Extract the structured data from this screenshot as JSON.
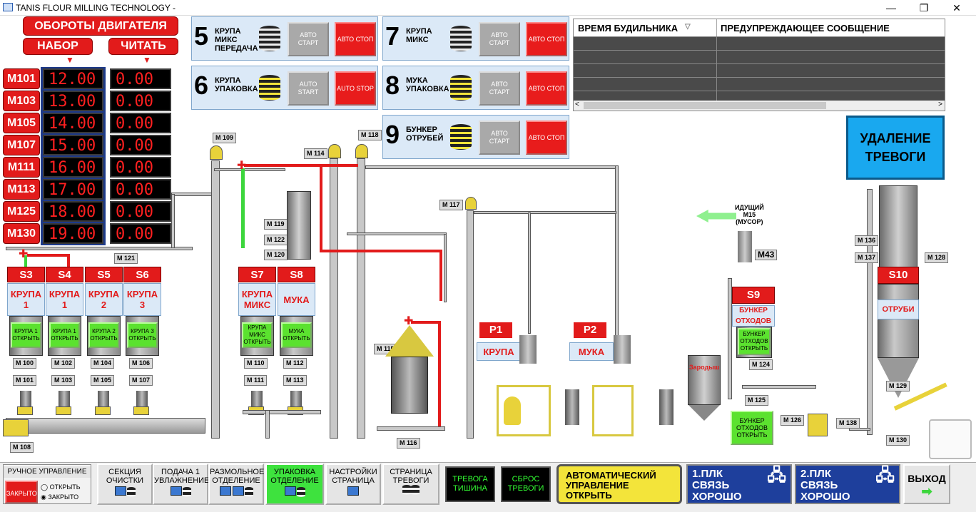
{
  "window": {
    "title": "TANIS FLOUR MILLING TECHNOLOGY -",
    "minimize": "—",
    "maximize": "❐",
    "close": "✕"
  },
  "header": {
    "motor_speed": "ОБОРОТЫ ДВИГАТЕЛЯ",
    "set": "НАБОР",
    "read": "ЧИТАТЬ"
  },
  "motors": [
    {
      "id": "M101",
      "set": "12.00",
      "read": "0.00"
    },
    {
      "id": "M103",
      "set": "13.00",
      "read": "0.00"
    },
    {
      "id": "M105",
      "set": "14.00",
      "read": "0.00"
    },
    {
      "id": "M107",
      "set": "15.00",
      "read": "0.00"
    },
    {
      "id": "M111",
      "set": "16.00",
      "read": "0.00"
    },
    {
      "id": "M113",
      "set": "17.00",
      "read": "0.00"
    },
    {
      "id": "M125",
      "set": "18.00",
      "read": "0.00"
    },
    {
      "id": "M130",
      "set": "19.00",
      "read": "0.00"
    }
  ],
  "panels": [
    {
      "num": "5",
      "l1": "КРУПА",
      "l2": "МИКС",
      "l3": "ПЕРЕДАЧА",
      "start": "АВТО СТАРТ",
      "stop": "АВТО СТОП"
    },
    {
      "num": "6",
      "l1": "КРУПА",
      "l2": "УПАКОВКА",
      "l3": "",
      "start": "AUTO START",
      "stop": "AUTO STOP"
    },
    {
      "num": "7",
      "l1": "КРУПА",
      "l2": "МИКС",
      "l3": "",
      "start": "АВТО СТАРТ",
      "stop": "АВТО СТОП"
    },
    {
      "num": "8",
      "l1": "МУКА",
      "l2": "УПАКОВКА",
      "l3": "",
      "start": "АВТО СТАРТ",
      "stop": "АВТО СТОП"
    },
    {
      "num": "9",
      "l1": "БУНКЕР",
      "l2": "ОТРУБЕЙ",
      "l3": "",
      "start": "АВТО СТАРТ",
      "stop": "АВТО СТОП"
    }
  ],
  "alarm_table": {
    "col1": "ВРЕМЯ БУДИЛЬНИКА",
    "sort_icon": "▽",
    "col2": "ПРЕДУПРЕЖДАЮЩЕЕ СООБЩЕНИЕ",
    "scroll_left": "<",
    "scroll_right": ">"
  },
  "clear_alarm": "УДАЛЕНИЕ ТРЕВОГИ",
  "silos": [
    {
      "head": "S3",
      "label": "КРУПА 1",
      "btn": "КРУПА 1 ОТКРЫТЬ",
      "m1": "M 100",
      "m2": "M 101"
    },
    {
      "head": "S4",
      "label": "КРУПА 1",
      "btn": "КРУПА 1 ОТКРЫТЬ",
      "m1": "M 102",
      "m2": "M 103"
    },
    {
      "head": "S5",
      "label": "КРУПА 2",
      "btn": "КРУПА 2 ОТКРЫТЬ",
      "m1": "M 104",
      "m2": "M 105"
    },
    {
      "head": "S6",
      "label": "КРУПА 3",
      "btn": "КРУПА 3 ОТКРЫТЬ",
      "m1": "M 106",
      "m2": "M 107"
    },
    {
      "head": "S7",
      "label": "КРУПА МИКС",
      "btn": "КРУПА МИКС ОТКРЫТЬ",
      "m1": "M 110",
      "m2": "M 111"
    },
    {
      "head": "S8",
      "label": "МУКА",
      "btn": "МУКА ОТКРЫТЬ",
      "m1": "M 112",
      "m2": "M 113"
    }
  ],
  "s9": {
    "head": "S9",
    "label": "БУНКЕР ОТХОДОВ",
    "btn": "БУНКЕР ОТХОДОВ ОТКРЫТЬ",
    "tag": "M 124",
    "tag2": "M 125"
  },
  "s10": {
    "head": "S10",
    "label": "ОТРУБИ",
    "t1": "M 136",
    "t2": "M 137",
    "t3": "M 128",
    "t4": "M 129",
    "t5": "M 130"
  },
  "tags": {
    "m108": "M 108",
    "m109": "M 109",
    "m114": "M 114",
    "m118": "M 118",
    "m117": "M 117",
    "m119": "M 119",
    "m122": "M 122",
    "m120": "M 120",
    "m121": "M 121",
    "m115": "M 115",
    "m116": "M 116",
    "m43": "M43",
    "m126": "M 126",
    "m138": "M 138"
  },
  "packers": [
    {
      "label": "P1",
      "sub": "КРУПА"
    },
    {
      "label": "P2",
      "sub": "МУКА"
    }
  ],
  "waste_going": {
    "l1": "ИДУЩИЙ",
    "l2": "M15",
    "l3": "(МУСОР)"
  },
  "germ": "Зародыш",
  "waste_open": "БУНКЕР ОТХОДОВ ОТКРЫТЬ",
  "bottom": {
    "manual": "РУЧНОЕ УПРАВЛЕНИЕ",
    "closed_btn": "ЗАКРЫТО",
    "open_radio": "ОТКРЫТЬ",
    "closed_radio": "ЗАКРЫТО",
    "nav": [
      {
        "label": "СЕКЦИЯ ОЧИСТКИ"
      },
      {
        "label": "ПОДАЧА 1 УВЛАЖНЕНИЕ"
      },
      {
        "label": "РАЗМОЛЬНОЕ ОТДЕЛЕНИЕ"
      },
      {
        "label": "УПАКОВКА ОТДЕЛЕНИЕ"
      },
      {
        "label": "НАСТРОЙКИ СТРАНИЦА"
      },
      {
        "label": "СТРАНИЦА ТРЕВОГИ"
      }
    ],
    "alarm_silence": "ТРЕВОГА ТИШИНА",
    "alarm_reset": "СБРОС ТРЕВОГИ",
    "auto_open": "АВТОМАТИЧЕСКИЙ УПРАВЛЕНИЕ ОТКРЫТЬ",
    "plc1": "1.ПЛК СВЯЗЬ ХОРОШО",
    "plc2": "2.ПЛК СВЯЗЬ ХОРОШО",
    "exit": "ВЫХОД"
  }
}
